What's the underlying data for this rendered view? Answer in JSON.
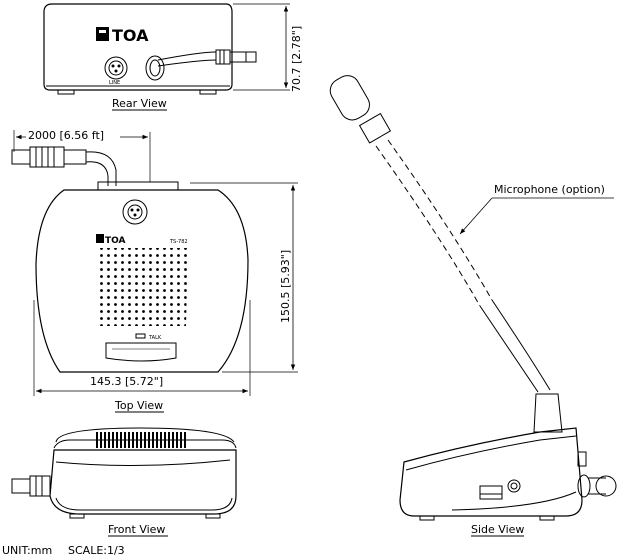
{
  "views": {
    "rear": "Rear View",
    "top": "Top View",
    "front": "Front View",
    "side": "Side View"
  },
  "dimensions": {
    "rear_height": "70.7 [2.78\"]",
    "top_height": "150.5 [5.93\"]",
    "top_width": "145.3 [5.72\"]",
    "cable_length": "2000 [6.56 ft]"
  },
  "callouts": {
    "microphone": "Microphone (option)"
  },
  "markings": {
    "brand": "TOA",
    "model": "TS-782",
    "talk": "TALK",
    "line": "LINE"
  },
  "footer": {
    "unit": "UNIT:mm",
    "scale": "SCALE:1/3"
  }
}
